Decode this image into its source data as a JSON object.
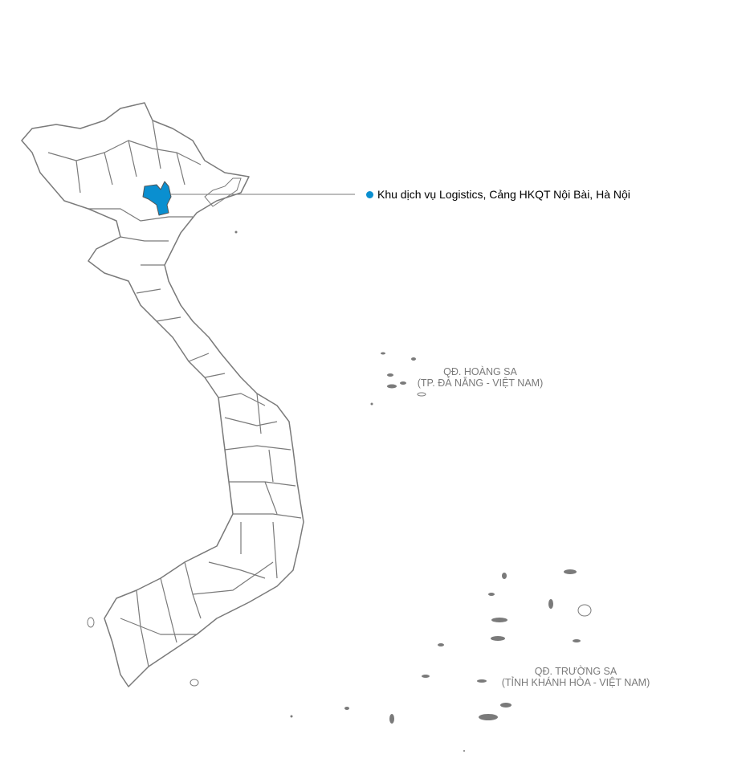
{
  "colors": {
    "highlight": "#0a8fd0",
    "border": "#7a7a7a",
    "land": "#ffffff"
  },
  "location": {
    "label": "Khu dịch vụ Logistics, Cảng HKQT Nội Bài, Hà Nội"
  },
  "archipelagos": [
    {
      "name": "QĐ. HOÀNG SA",
      "sub": "(TP. ĐÀ NẴNG - VIỆT NAM)"
    },
    {
      "name": "QĐ. TRƯỜNG SA",
      "sub": "(TỈNH KHÁNH HÒA - VIỆT NAM)"
    }
  ]
}
